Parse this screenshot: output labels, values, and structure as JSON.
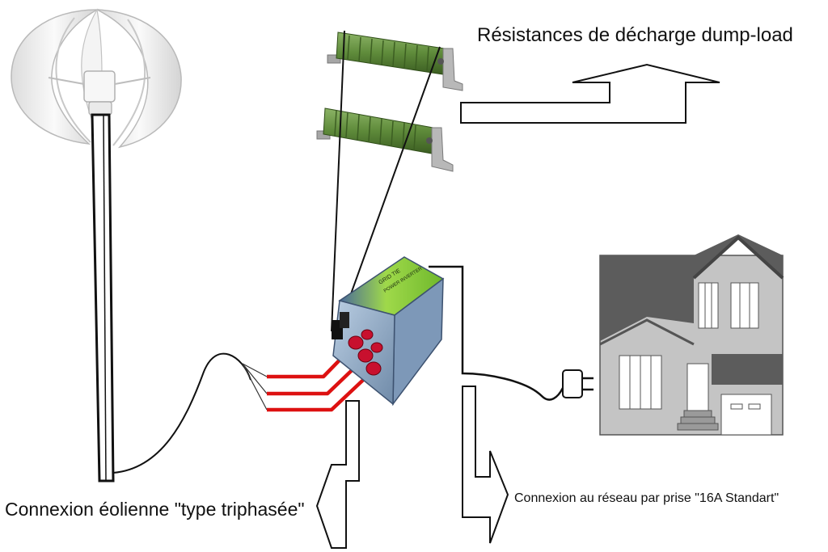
{
  "labels": {
    "dump_load": "Résistances de décharge dump-load",
    "wind_connection": "Connexion éolienne \"type triphasée\"",
    "grid_connection": "Connexion au réseau par prise \"16A Standart\""
  },
  "colors": {
    "phase_wires": "#dd1111",
    "resistor_coil": "#5e8a3a",
    "inverter_body": "#8fa9c6",
    "inverter_top": "#8ccf3a",
    "house_roof": "#5c5c5c",
    "house_wall": "#c4c4c4",
    "turbine_blade": "#efefef"
  },
  "icons": [
    "wind-turbine-icon",
    "resistor-icon",
    "grid-tie-inverter-icon",
    "house-icon",
    "power-plug-icon"
  ]
}
